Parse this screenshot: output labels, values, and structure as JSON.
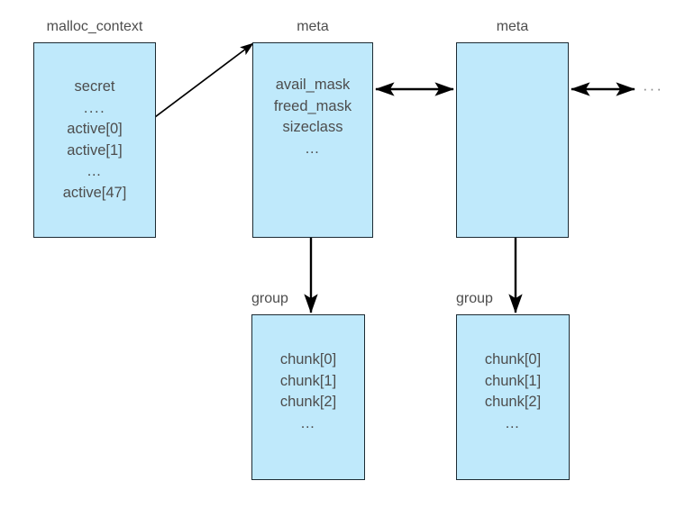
{
  "diagram": {
    "title_absent": true,
    "colors": {
      "box_fill": "#bfe9fb",
      "box_stroke": "#1c2b33",
      "text": "#4d4d4d",
      "arrow": "#000000",
      "background": "#ffffff"
    },
    "boxes": [
      {
        "id": "malloc_context",
        "label": "malloc_context",
        "lines": [
          "secret",
          "....",
          "active[0]",
          "active[1]",
          "…",
          "active[47]"
        ]
      },
      {
        "id": "meta_1",
        "label": "meta",
        "lines": [
          "avail_mask",
          "freed_mask",
          "sizeclass",
          "…"
        ]
      },
      {
        "id": "meta_2",
        "label": "meta",
        "lines": []
      },
      {
        "id": "group_1",
        "label": "group",
        "lines": [
          "chunk[0]",
          "chunk[1]",
          "chunk[2]",
          "…"
        ]
      },
      {
        "id": "group_2",
        "label": "group",
        "lines": [
          "chunk[0]",
          "chunk[1]",
          "chunk[2]",
          "…"
        ]
      }
    ],
    "connectors": [
      {
        "id": "active0-to-meta1",
        "from": "malloc_context.active[0]",
        "to": "meta_1",
        "arrowheads": "end"
      },
      {
        "id": "meta1-to-meta2",
        "from": "meta_1",
        "to": "meta_2",
        "arrowheads": "both"
      },
      {
        "id": "meta2-to-more",
        "from": "meta_2",
        "to": "more-metas-ellipsis",
        "arrowheads": "both"
      },
      {
        "id": "meta1-to-group1",
        "from": "meta_1",
        "to": "group_1",
        "arrowheads": "end"
      },
      {
        "id": "meta2-to-group2",
        "from": "meta_2",
        "to": "group_2",
        "arrowheads": "end"
      }
    ],
    "trailing_ellipsis": "···"
  }
}
